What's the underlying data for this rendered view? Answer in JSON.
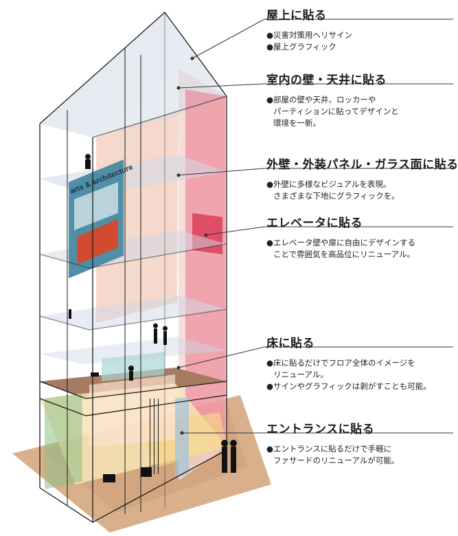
{
  "sign_text": "arts & architecture",
  "callouts": [
    {
      "title": "屋上に貼る",
      "lines": [
        "●災害対策用ヘリサイン",
        "●屋上グラフィック"
      ]
    },
    {
      "title": "室内の壁・天井に貼る",
      "lines": [
        "●部屋の壁や天井、ロッカーや",
        "パーティションに貼ってデザインと",
        "環境を一新。"
      ]
    },
    {
      "title": "外壁・外装パネル・ガラス面に貼る",
      "lines": [
        "●外壁に多様なビジュアルを表現。",
        "さまざまな下地にグラフィックを。"
      ]
    },
    {
      "title": "エレベータに貼る",
      "lines": [
        "●エレベータ壁や扉に自由にデザインする",
        "ことで雰囲気を高品位にリニューアル。"
      ]
    },
    {
      "title": "床に貼る",
      "lines": [
        "●床に貼るだけでフロア全体のイメージを",
        "リニューアル。",
        "●サインやグラフィックは剥がすことも可能。"
      ]
    },
    {
      "title": "エントランスに貼る",
      "lines": [
        "●エントランスに貼るだけで手軽に",
        "ファサードのリニューアルが可能。"
      ]
    }
  ],
  "colors": {
    "leader_line": "#333333",
    "elevator_red": "#e8607a",
    "ground": "#d9b08c",
    "floor_brown": "#a77b62"
  }
}
